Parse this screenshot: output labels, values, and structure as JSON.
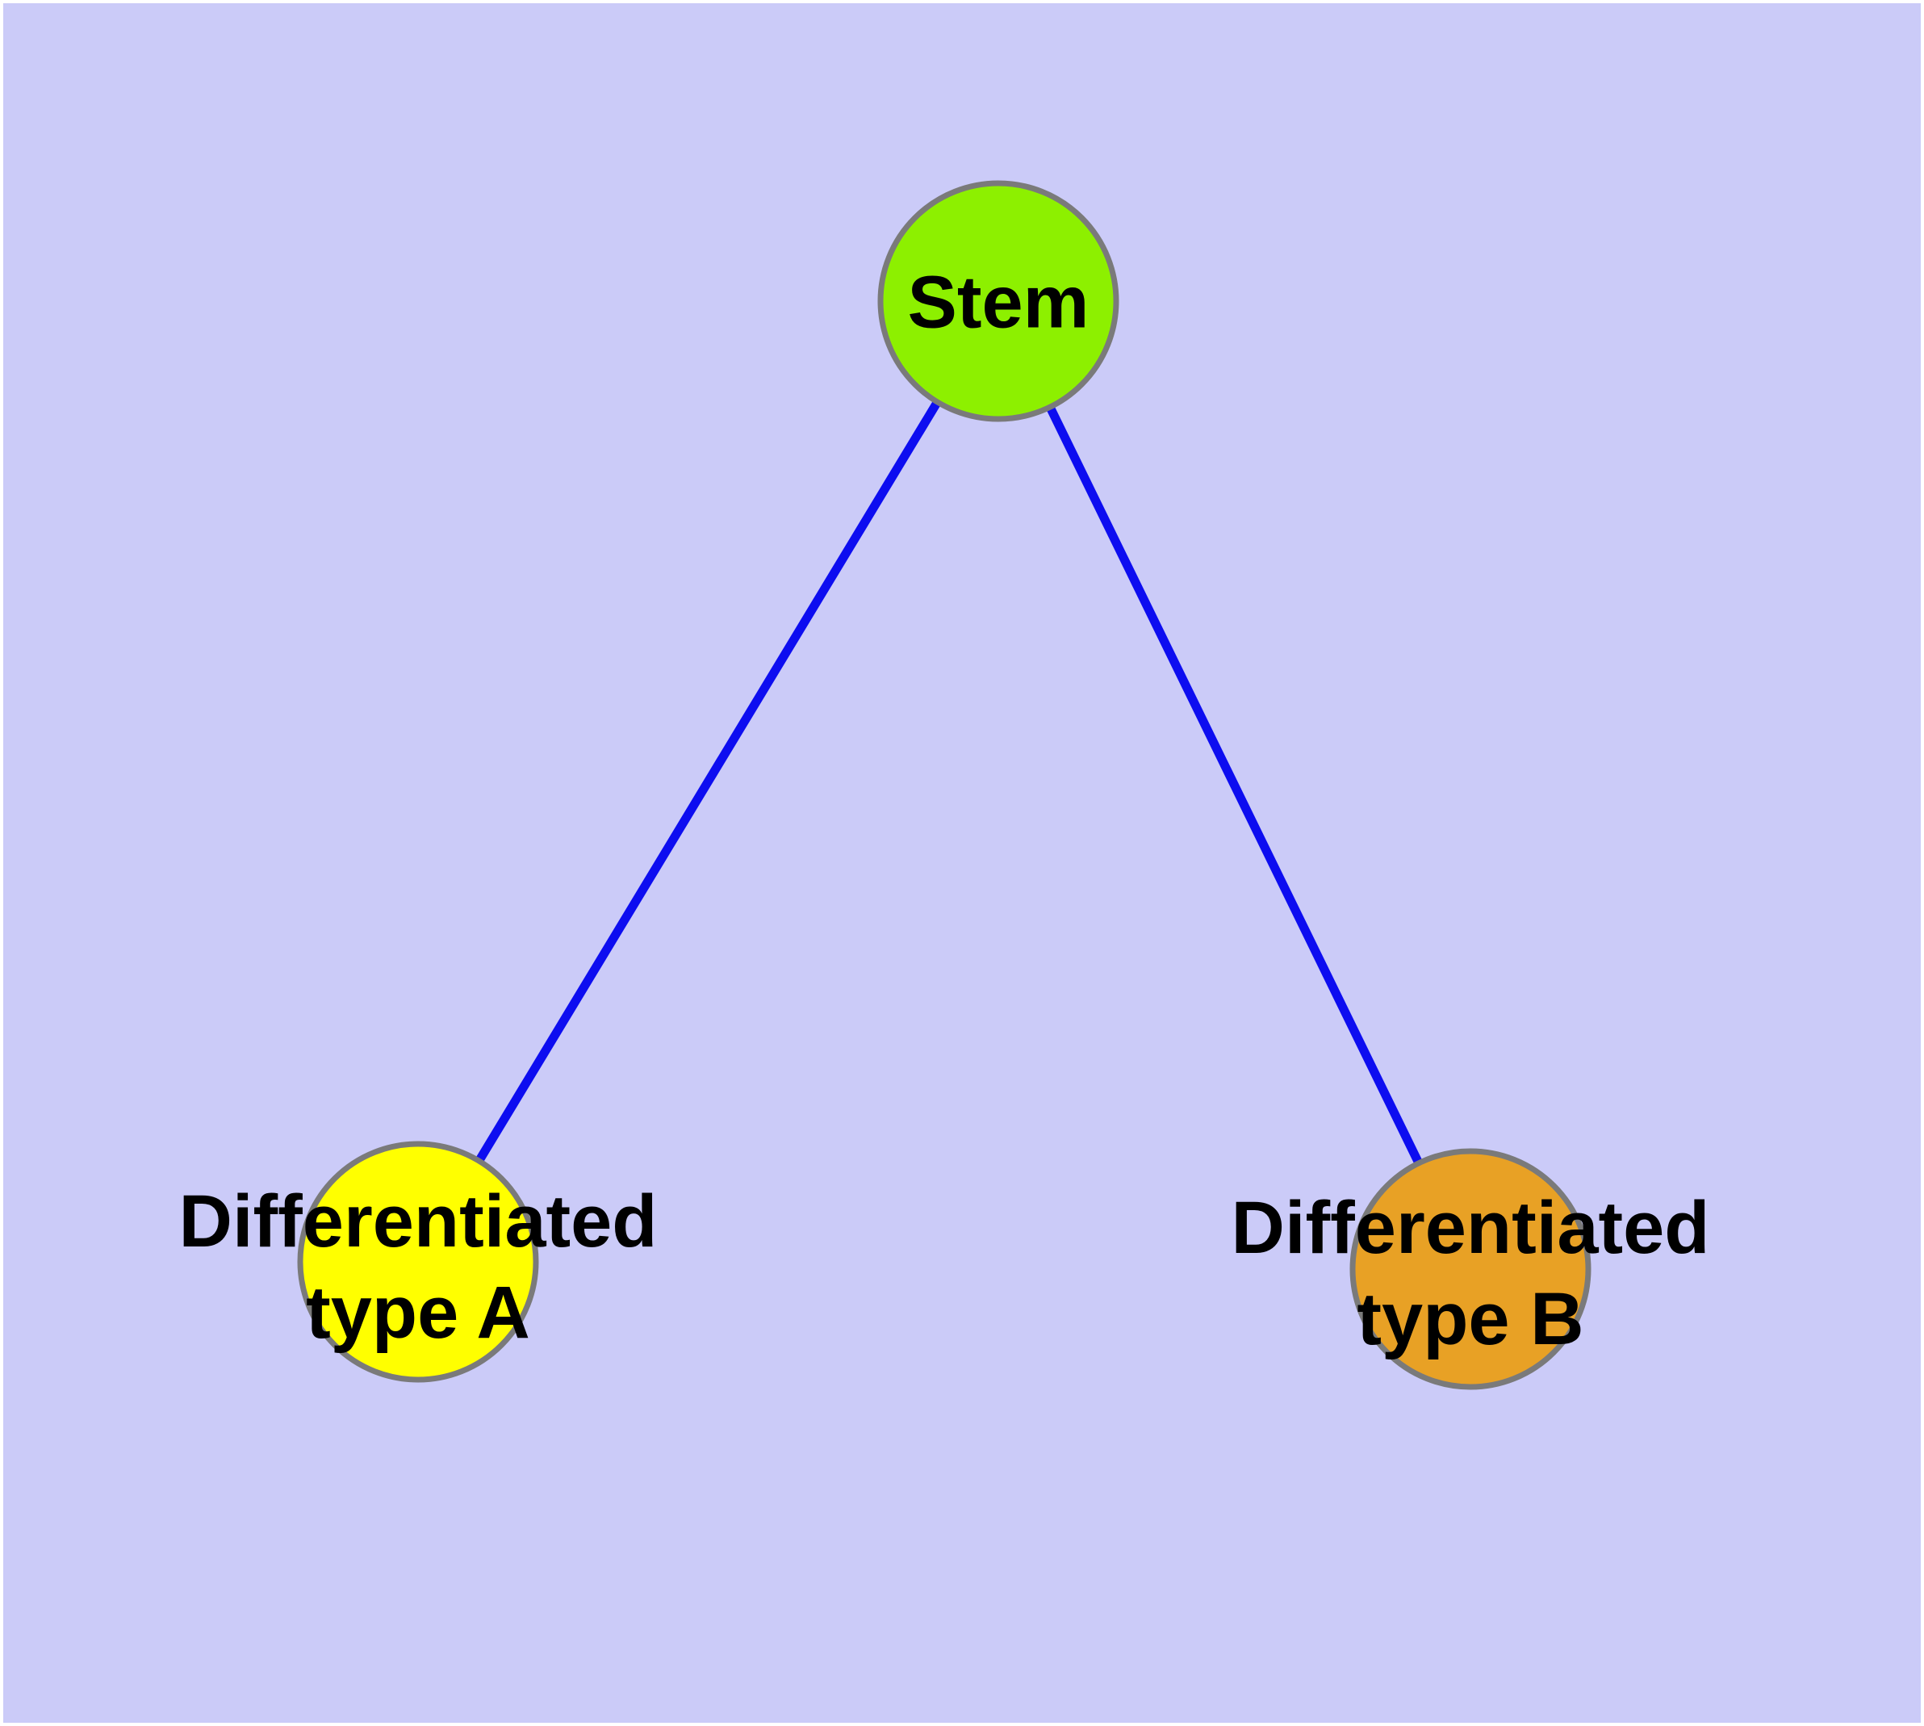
{
  "diagram": {
    "type": "graph",
    "description": "Stem cell differentiation diagram: one stem node branching to two differentiated cell type nodes",
    "colors": {
      "background": "#CBCBF8",
      "frame": "#FFFFFF",
      "edge": "#0D0DF0",
      "node_border": "#7A7A7A",
      "label_text": "#000000",
      "stem_fill": "#8DF000",
      "type_a_fill": "#FFFF00",
      "type_b_fill": "#E8A125"
    },
    "nodes": [
      {
        "id": "stem",
        "label": "Stem",
        "fill": "#8DF000"
      },
      {
        "id": "type-a",
        "label": "Differentiated\ntype A",
        "fill": "#FFFF00"
      },
      {
        "id": "type-b",
        "label": "Differentiated\ntype B",
        "fill": "#E8A125"
      }
    ],
    "edges": [
      {
        "from": "stem",
        "to": "type-a"
      },
      {
        "from": "stem",
        "to": "type-b"
      }
    ]
  }
}
